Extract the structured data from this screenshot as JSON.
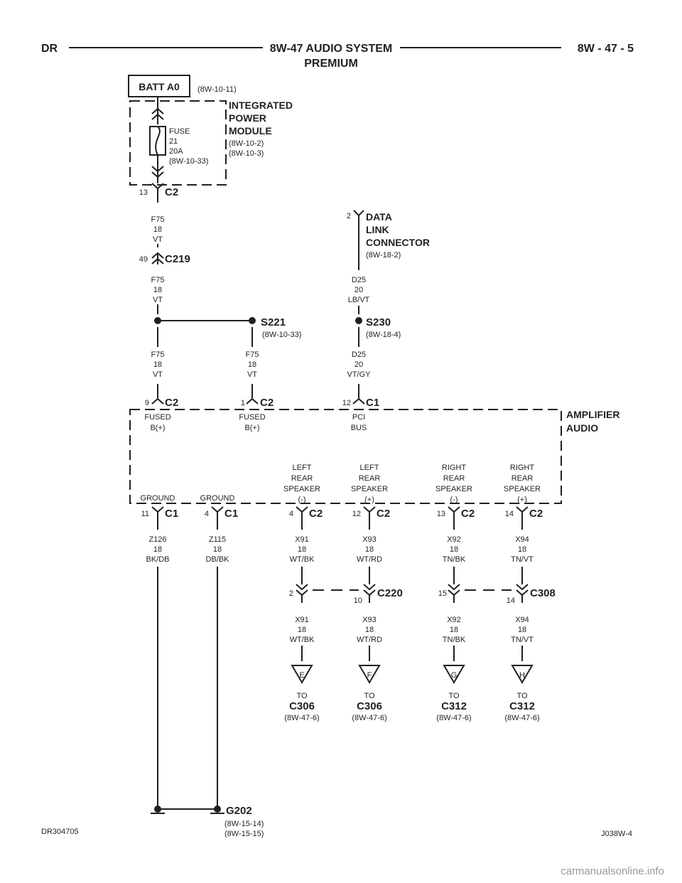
{
  "header": {
    "left": "DR",
    "center_line1": "8W-47 AUDIO SYSTEM",
    "center_line2": "PREMIUM",
    "right": "8W - 47 - 5"
  },
  "batt": {
    "label": "BATT A0",
    "ref": "(8W-10-11)"
  },
  "ipm": {
    "name1": "INTEGRATED",
    "name2": "POWER",
    "name3": "MODULE",
    "ref1": "(8W-10-2)",
    "ref2": "(8W-10-3)",
    "fuse": {
      "l1": "FUSE",
      "l2": "21",
      "l3": "20A",
      "l4": "(8W-10-33)"
    },
    "out_pin": "13",
    "out_conn": "C2"
  },
  "wires": {
    "f75_a": {
      "c": "F75",
      "g": "18",
      "col": "VT"
    },
    "f75_b": {
      "c": "F75",
      "g": "18",
      "col": "VT"
    },
    "f75_c": {
      "c": "F75",
      "g": "18",
      "col": "VT"
    },
    "f75_d": {
      "c": "F75",
      "g": "18",
      "col": "VT"
    },
    "d25_a": {
      "c": "D25",
      "g": "20",
      "col": "LB/VT"
    },
    "d25_b": {
      "c": "D25",
      "g": "20",
      "col": "VT/GY"
    },
    "z126": {
      "c": "Z126",
      "g": "18",
      "col": "BK/DB"
    },
    "z115": {
      "c": "Z115",
      "g": "18",
      "col": "DB/BK"
    },
    "x91a": {
      "c": "X91",
      "g": "18",
      "col": "WT/BK"
    },
    "x93a": {
      "c": "X93",
      "g": "18",
      "col": "WT/RD"
    },
    "x92a": {
      "c": "X92",
      "g": "18",
      "col": "TN/BK"
    },
    "x94a": {
      "c": "X94",
      "g": "18",
      "col": "TN/VT"
    },
    "x91b": {
      "c": "X91",
      "g": "18",
      "col": "WT/BK"
    },
    "x93b": {
      "c": "X93",
      "g": "18",
      "col": "WT/RD"
    },
    "x92b": {
      "c": "X92",
      "g": "18",
      "col": "TN/BK"
    },
    "x94b": {
      "c": "X94",
      "g": "18",
      "col": "TN/VT"
    }
  },
  "c219": {
    "pin": "49",
    "name": "C219"
  },
  "dlc": {
    "pin": "2",
    "name1": "DATA",
    "name2": "LINK",
    "name3": "CONNECTOR",
    "ref": "(8W-18-2)"
  },
  "s221": {
    "name": "S221",
    "ref": "(8W-10-33)"
  },
  "s230": {
    "name": "S230",
    "ref": "(8W-18-4)"
  },
  "amp": {
    "name1": "AMPLIFIER",
    "name2": "AUDIO",
    "top": [
      {
        "pin": "9",
        "conn": "C2",
        "l1": "FUSED",
        "l2": "B(+)"
      },
      {
        "pin": "1",
        "conn": "C2",
        "l1": "FUSED",
        "l2": "B(+)"
      },
      {
        "pin": "12",
        "conn": "C1",
        "l1": "PCI",
        "l2": "BUS"
      }
    ],
    "bottom": [
      {
        "pin": "11",
        "conn": "C1",
        "label": "GROUND"
      },
      {
        "pin": "4",
        "conn": "C1",
        "label": "GROUND"
      },
      {
        "pin": "4",
        "conn": "C2",
        "l1": "LEFT",
        "l2": "REAR",
        "l3": "SPEAKER",
        "l4": "(-)"
      },
      {
        "pin": "12",
        "conn": "C2",
        "l1": "LEFT",
        "l2": "REAR",
        "l3": "SPEAKER",
        "l4": "(+)"
      },
      {
        "pin": "13",
        "conn": "C2",
        "l1": "RIGHT",
        "l2": "REAR",
        "l3": "SPEAKER",
        "l4": "(-)"
      },
      {
        "pin": "14",
        "conn": "C2",
        "l1": "RIGHT",
        "l2": "REAR",
        "l3": "SPEAKER",
        "l4": "(+)"
      }
    ]
  },
  "c220": {
    "pin_a": "2",
    "pin_b": "10",
    "name": "C220"
  },
  "c308": {
    "pin_a": "15",
    "pin_b": "14",
    "name": "C308"
  },
  "refs": [
    {
      "letter": "E",
      "to": "TO",
      "conn": "C306",
      "ref": "(8W-47-6)"
    },
    {
      "letter": "F",
      "to": "TO",
      "conn": "C306",
      "ref": "(8W-47-6)"
    },
    {
      "letter": "G",
      "to": "TO",
      "conn": "C312",
      "ref": "(8W-47-6)"
    },
    {
      "letter": "H",
      "to": "TO",
      "conn": "C312",
      "ref": "(8W-47-6)"
    }
  ],
  "g202": {
    "name": "G202",
    "ref1": "(8W-15-14)",
    "ref2": "(8W-15-15)"
  },
  "footer": {
    "left": "DR304705",
    "right": "J038W-4",
    "watermark": "carmanualsonline.info"
  }
}
